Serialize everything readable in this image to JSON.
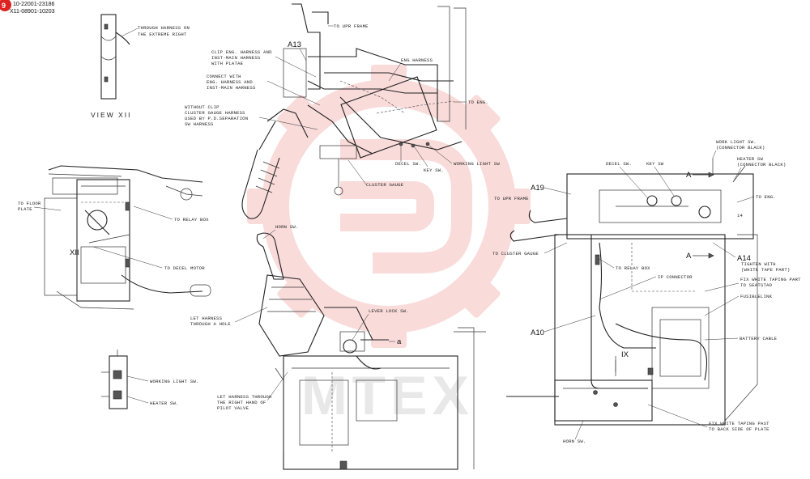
{
  "header": {
    "line1": "10-22001-23186",
    "line2": "X11-08901-10203",
    "badge": "9"
  },
  "watermark": {
    "text": "MTEX",
    "color": "#e0332b"
  },
  "views": {
    "view_xii": "VIEW XII",
    "mark_xii": "XII",
    "mark_ix": "IX",
    "mark_a": "a",
    "mark_14": "14"
  },
  "callouts": {
    "a13": "A13",
    "a19": "A19",
    "a14": "A14",
    "a10": "A10",
    "arrow_a1": "A",
    "arrow_a2": "A"
  },
  "labels": {
    "through_harness_1": "THROUGH HARNESS ON",
    "through_harness_2": "THE EXTREME RIGHT",
    "to_upr_frame_top": "TO UPR FRAME",
    "clip_eng_1": "CLIP ENG. HARNESS AND",
    "clip_eng_2": "INST-MAIN HARNESS",
    "clip_eng_3": "WITH PLATAE",
    "eng_harness": "ENG HARNESS",
    "connect_with_1": "CONNECT WITH",
    "connect_with_2": "ENG. HARNESS AND",
    "connect_with_3": "INST-MAIN HARNESS",
    "to_eng_top": "TO ENG.",
    "without_clip_1": "WITHOUT CLIP",
    "without_clip_2": "CLUSTER GAUGE HARNESS",
    "without_clip_3": "USED BY P.D.SEPARATION",
    "without_clip_4": "SW HARNESS",
    "decel_sw_mid": "DECEL SW.",
    "key_sw_mid": "KEY SW.",
    "working_light_sw_mid": "WORKING LIGHT SW",
    "cluster_gauge_mid": "CLUSTER GAUGE",
    "to_floor_plate_1": "TO FLOOR",
    "to_floor_plate_2": "PLATE",
    "to_relay_box": "TO RELAY BOX",
    "to_decel_motor": "TO DECEL MOTOR",
    "horn_sw_mid": "HORN SW.",
    "let_harness_hole_1": "LET HARNESS",
    "let_harness_hole_2": "THROUGH A HOLE",
    "lever_lock_sw": "LEVER LOCK SW.",
    "working_light_sw_left": "WORKING LIGHT SW.",
    "heater_sw_left": "HEATER SW.",
    "let_harness_right_1": "LET HARNESS THROUGH",
    "let_harness_right_2": "THE RIGHT HAND OF",
    "let_harness_right_3": "PILOT VALVE",
    "decel_sw_right": "DECEL SW.",
    "key_sw_right": "KEY SW",
    "work_light_right_1": "WORK LIGHT SW.",
    "work_light_right_2": "(CONNECTOR BLACK)",
    "heater_right_1": "HEATER SW",
    "heater_right_2": "(CONNECTOR BLACK)",
    "to_upr_frame_right": "TO UPR FRAME",
    "to_eng_right": "TO ENG.",
    "to_cluster_gauge_right": "TO CLUSTER GAUGE",
    "to_relay_box_right": "TO RELAY BOX",
    "tighten_1": "TIGHTEN WITH",
    "tighten_2": "(WHITE TAPE PART)",
    "ip_connector": "IP CONNECTOR",
    "fix_white_1": "FIX WHITE TAPING PART",
    "fix_white_2": "TO SEATSTAD",
    "fusible_link": "FUSIBLELINK",
    "battery_cable": "BATTERY CABLE",
    "fix_white_back_1": "FIX WHITE TAPING PAST",
    "fix_white_back_2": "TO BACK SIDE OF PLATE",
    "horn_sw_bottom": "HORN SW."
  }
}
